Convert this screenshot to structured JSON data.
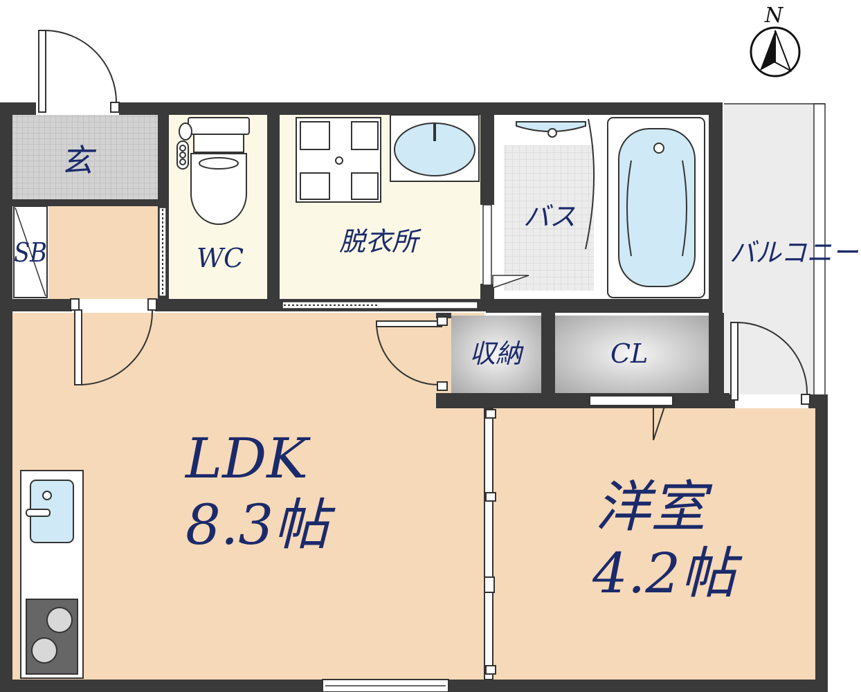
{
  "compass": {
    "north_label": "N"
  },
  "rooms": {
    "entrance": "玄",
    "shoe_box": "SB",
    "toilet": "WC",
    "dressing": "脱衣所",
    "bath": "バス",
    "balcony": "バルコニー",
    "storage": "収納",
    "closet": "CL",
    "ldk_name": "LDK",
    "ldk_size": "8.3帖",
    "western_name": "洋室",
    "western_size": "4.2帖"
  },
  "colors": {
    "wall": "#3a3a3a",
    "room_floor": "#f6d9b8",
    "wet_floor": "#fbf8e5",
    "tile": "#cccccc",
    "fixture": "#cfe9f6",
    "label": "#1b2a6b"
  }
}
